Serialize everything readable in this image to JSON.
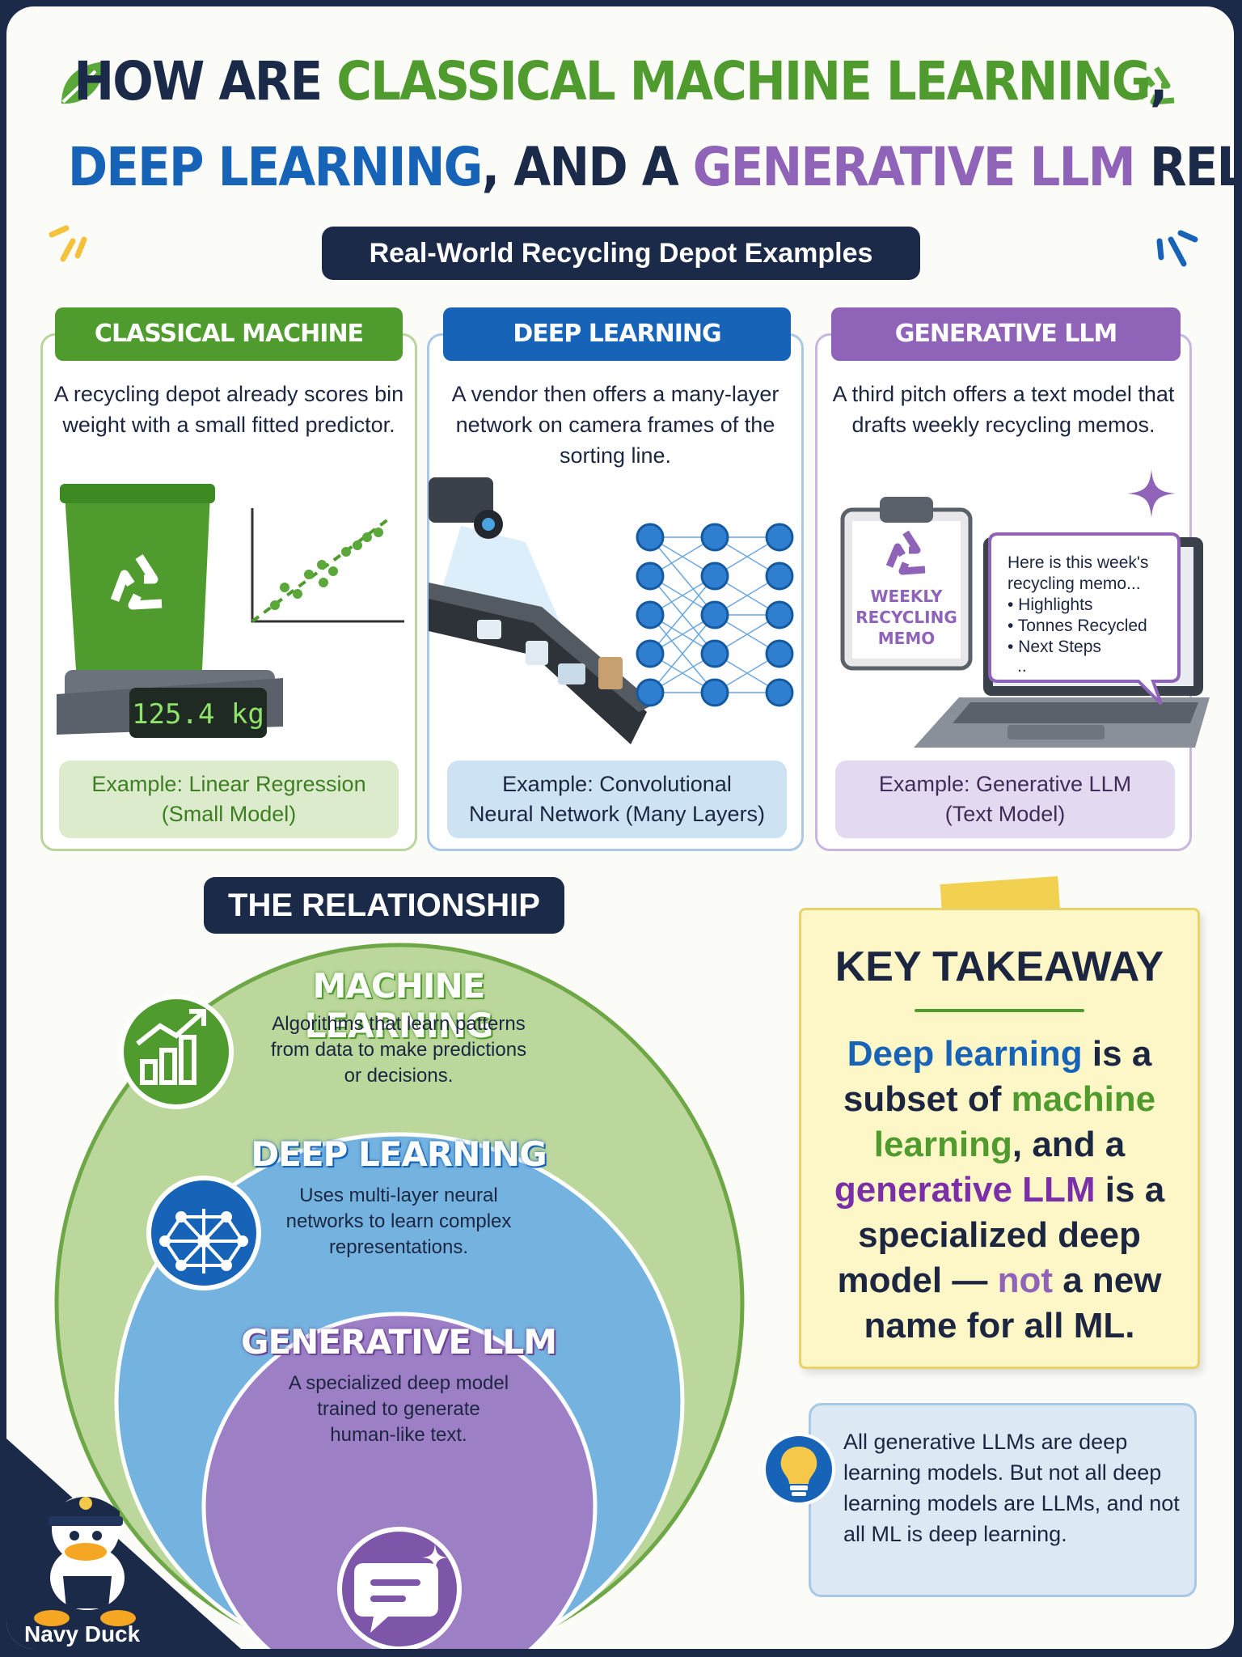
{
  "title": {
    "line1_pre": "HOW ARE ",
    "line1_green": "CLASSICAL MACHINE LEARNING",
    "line1_post": ",",
    "line2_blue": "DEEP LEARNING",
    "line2_mid": ", AND A ",
    "line2_purple": "GENERATIVE LLM",
    "line2_post": " RELATED?"
  },
  "subtitle": "Real-World Recycling Depot Examples",
  "cards": [
    {
      "tab": "CLASSICAL MACHINE LEARNING",
      "description": "A recycling depot already scores bin weight with a small fitted predictor.",
      "scale_reading": "125.4 kg",
      "example_line1": "Example: Linear Regression",
      "example_line2": "(Small Model)"
    },
    {
      "tab": "DEEP LEARNING",
      "description": "A vendor then offers a many-layer network on camera frames of the sorting line.",
      "example_line1": "Example: Convolutional",
      "example_line2": "Neural Network (Many Layers)"
    },
    {
      "tab": "GENERATIVE LLM",
      "description": "A third pitch offers a text model that drafts weekly recycling memos.",
      "clipboard_line1": "WEEKLY",
      "clipboard_line2": "RECYCLING",
      "clipboard_line3": "MEMO",
      "memo_intro1": "Here is this week's",
      "memo_intro2": "recycling memo...",
      "memo_bullets": [
        "• Highlights",
        "• Tonnes Recycled",
        "• Next Steps",
        ".."
      ],
      "example_line1": "Example: Generative LLM",
      "example_line2": "(Text Model)"
    }
  ],
  "relationship": {
    "heading": "THE RELATIONSHIP",
    "rings": [
      {
        "name": "MACHINE LEARNING",
        "line1": "Algorithms that learn patterns",
        "line2": "from data to make predictions",
        "line3": "or decisions."
      },
      {
        "name": "DEEP LEARNING",
        "line1": "Uses multi-layer neural",
        "line2": "networks to learn complex",
        "line3": "representations."
      },
      {
        "name": "GENERATIVE LLM",
        "line1": "A specialized deep model",
        "line2": "trained to generate",
        "line3": "human-like text."
      }
    ]
  },
  "takeaway": {
    "heading": "KEY TAKEAWAY",
    "p1": "Deep learning",
    "p2": " is a subset of ",
    "p3": "machine learning",
    "p4": ", and a ",
    "p5": "generative LLM",
    "p6": " is a specialized deep model — ",
    "p7": "not",
    "p8": " a new name for all ML."
  },
  "info": "All generative LLMs are deep learning models. But not all deep learning models are LLMs, and not all ML is deep learning.",
  "mascot": "Navy Duck",
  "colors": {
    "navy": "#1b2a48",
    "green": "#4f9b2d",
    "blue": "#1763b8",
    "purple": "#8e63b8"
  }
}
